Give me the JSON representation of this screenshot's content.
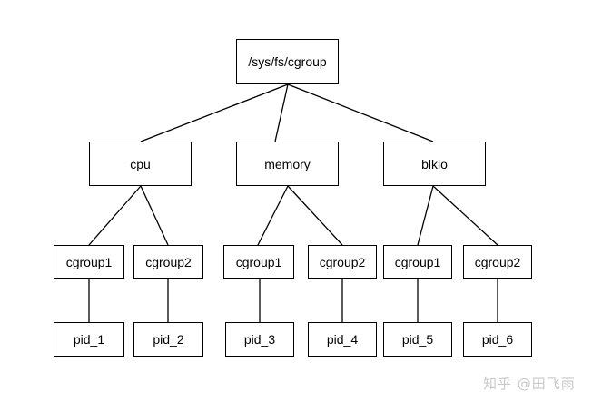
{
  "diagram": {
    "root": {
      "label": "/sys/fs/cgroup"
    },
    "subsystems": [
      {
        "label": "cpu",
        "groups": [
          {
            "label": "cgroup1",
            "pid": "pid_1"
          },
          {
            "label": "cgroup2",
            "pid": "pid_2"
          }
        ]
      },
      {
        "label": "memory",
        "groups": [
          {
            "label": "cgroup1",
            "pid": "pid_3"
          },
          {
            "label": "cgroup2",
            "pid": "pid_4"
          }
        ]
      },
      {
        "label": "blkio",
        "groups": [
          {
            "label": "cgroup1",
            "pid": "pid_5"
          },
          {
            "label": "cgroup2",
            "pid": "pid_6"
          }
        ]
      }
    ]
  },
  "watermark": "知乎 @田飞雨"
}
